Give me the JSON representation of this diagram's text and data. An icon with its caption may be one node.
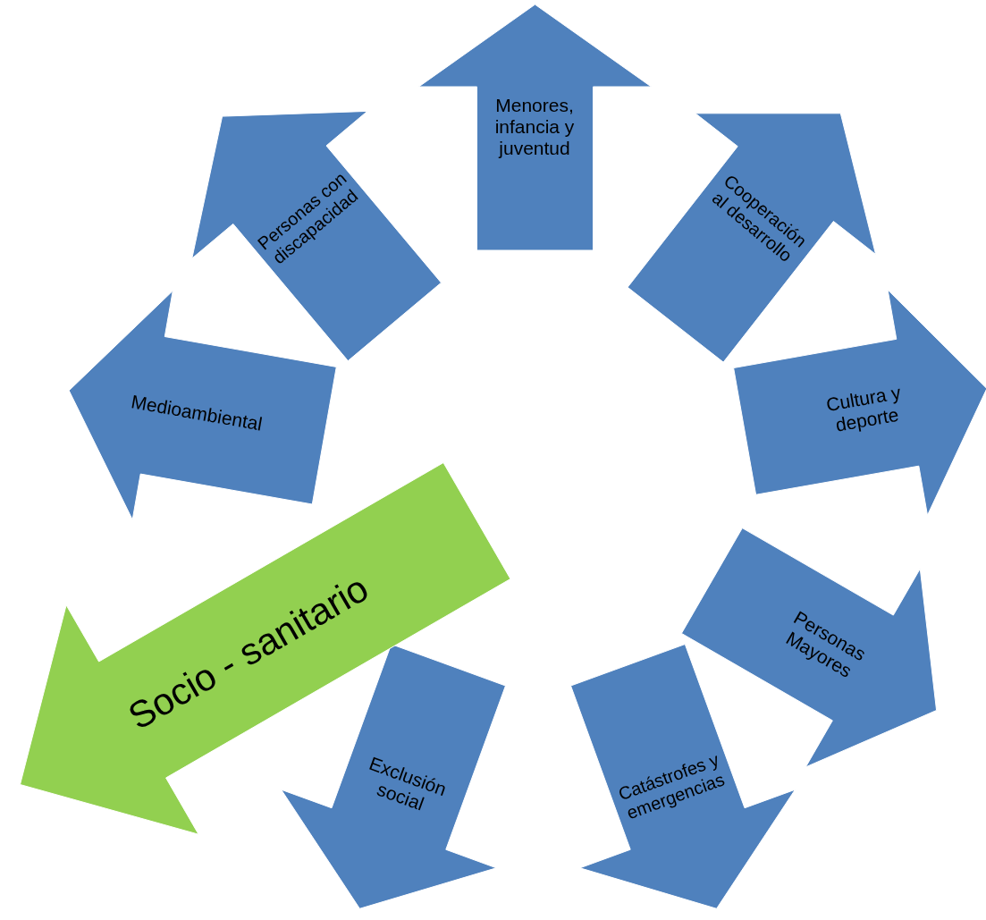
{
  "diagram": {
    "nodes": [
      {
        "text": [
          "Menores, infancia y juventud"
        ]
      },
      {
        "text": [
          "Cooperación al desarrollo"
        ]
      },
      {
        "text": [
          "Cultura y deporte"
        ]
      },
      {
        "text": [
          "Personas Mayores"
        ]
      },
      {
        "text": [
          "Catástrofes y emergencias"
        ]
      },
      {
        "text": [
          "Exclusión social"
        ]
      },
      {
        "text": [
          "Socio - sanitario"
        ]
      },
      {
        "text": [
          "Medioambiental"
        ]
      },
      {
        "text": [
          "Personas con discapacidad"
        ]
      }
    ]
  }
}
